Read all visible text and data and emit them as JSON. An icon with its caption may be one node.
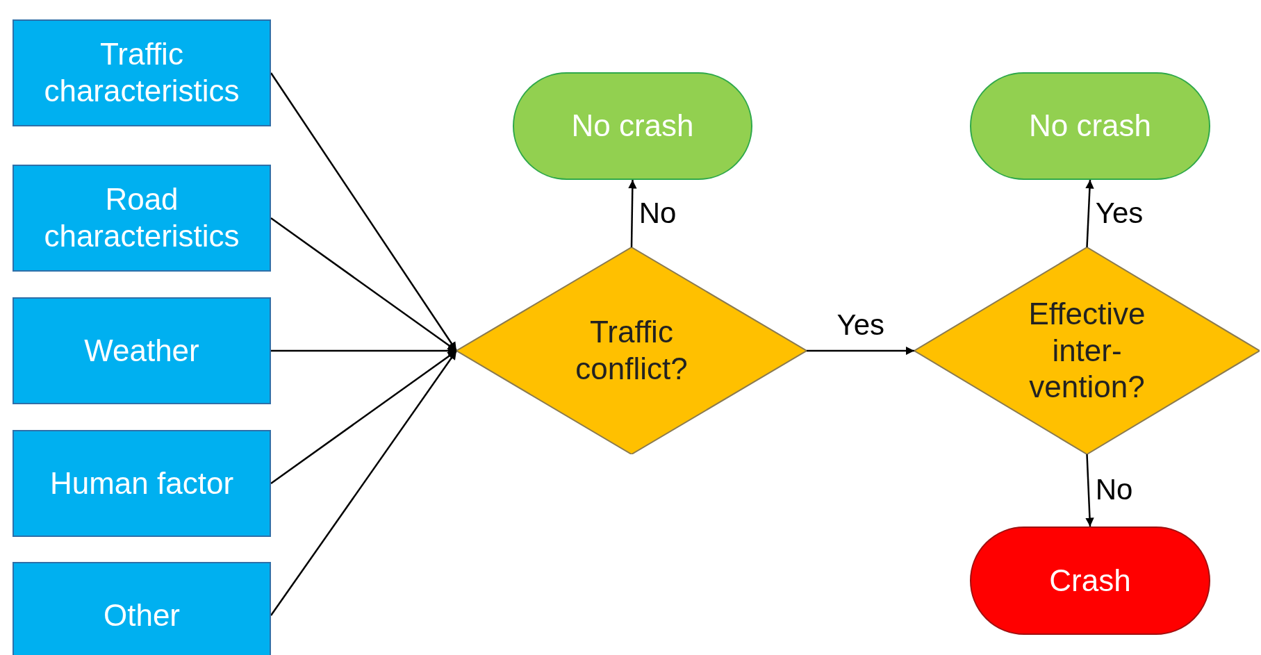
{
  "diagram": {
    "nodes": [
      {
        "text": [
          "Traffic characteristics"
        ]
      },
      {
        "text": [
          "Road characteristics"
        ]
      },
      {
        "text": [
          "Weather"
        ]
      },
      {
        "text": [
          "Human factor"
        ]
      },
      {
        "text": [
          "Other"
        ]
      },
      {
        "text": [
          "No crash"
        ]
      },
      {
        "text": [
          "Traffic conflict?"
        ]
      },
      {
        "text": [
          "No crash"
        ]
      },
      {
        "text": [
          "Effective inter- vention?"
        ]
      },
      {
        "text": [
          "Crash"
        ]
      }
    ],
    "edges": [
      {
        "from": 0,
        "to": 6,
        "arrow": "to"
      },
      {
        "from": 1,
        "to": 6,
        "arrow": "to"
      },
      {
        "from": 2,
        "to": 6,
        "arrow": "to"
      },
      {
        "from": 3,
        "to": 6,
        "arrow": "to"
      },
      {
        "from": 4,
        "to": 6,
        "arrow": "to"
      },
      {
        "from": 6,
        "to": 5,
        "arrow": "to",
        "label": "No"
      },
      {
        "from": 6,
        "to": 8,
        "arrow": "to",
        "label": "Yes"
      },
      {
        "from": 8,
        "to": 7,
        "arrow": "to",
        "label": "Yes"
      },
      {
        "from": 8,
        "to": 9,
        "arrow": "to",
        "label": "No"
      }
    ]
  }
}
